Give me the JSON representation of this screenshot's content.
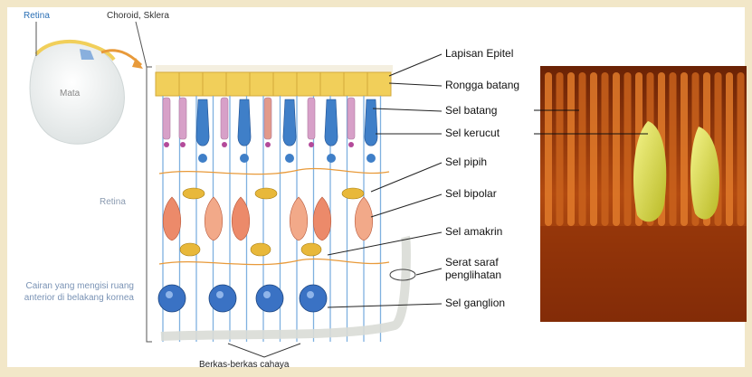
{
  "labels": {
    "retina_top": "Retina",
    "choroid_sklera": "Choroid, Sklera",
    "mata": "Mata",
    "retina_side": "Retina",
    "cairan": "Cairan yang mengisi ruang anterior di belakang kornea",
    "berkas": "Berkas-berkas cahaya"
  },
  "callouts": [
    "Lapisan Epitel",
    "Rongga batang",
    "Sel batang",
    "Sel kerucut",
    "Sel pipih",
    "Sel bipolar",
    "Sel amakrin",
    "Serat saraf penglihatan",
    "Sel ganglion"
  ],
  "colors": {
    "rod": "#d7a0c8",
    "cone": "#3f7fc8",
    "epithelium": "#f1cf5a",
    "bipolar": "#ec8a6a",
    "ganglion": "#3a72c4",
    "photo_bg": "#7a2a08",
    "photo_cell": "#e7e85a"
  }
}
